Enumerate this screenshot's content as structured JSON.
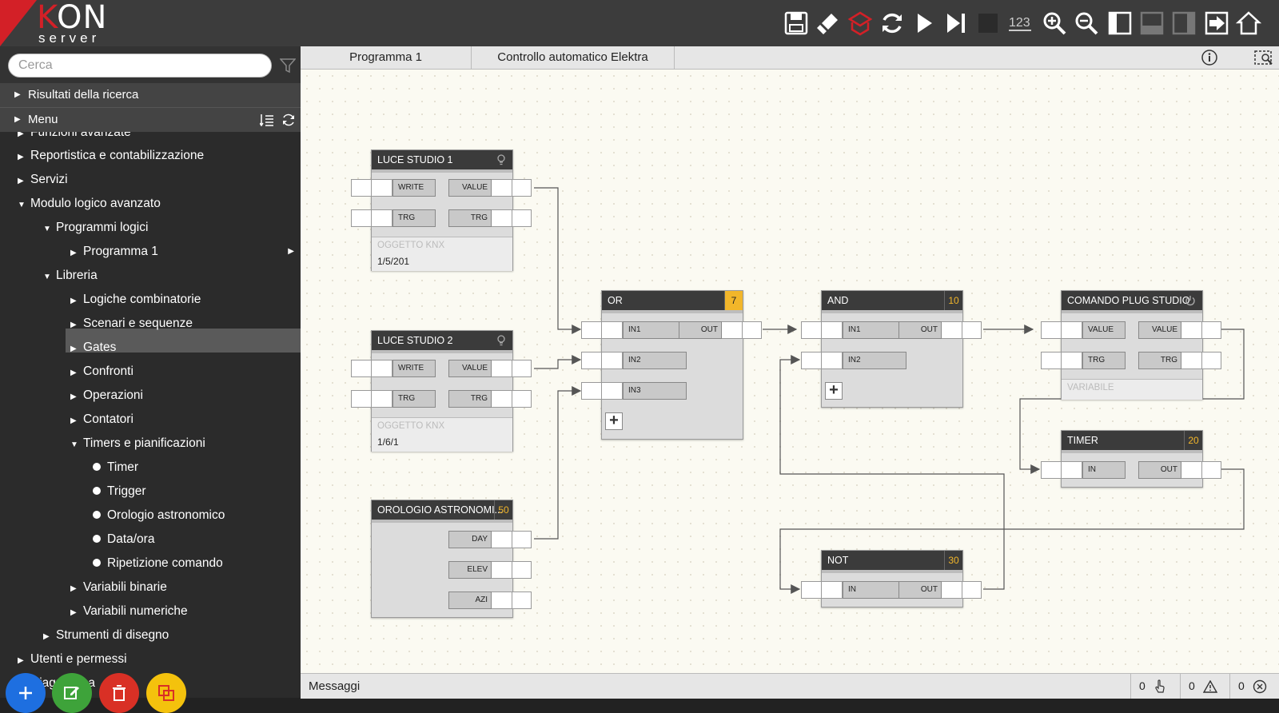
{
  "logo": {
    "k": "K",
    "on": "ON",
    "sub": "server"
  },
  "toolbar": {
    "icons": [
      "save-icon",
      "broom-icon",
      "bulb-icon",
      "refresh-icon",
      "play-icon",
      "step-icon",
      "stop-icon",
      "counter-icon",
      "zoom-in-icon",
      "zoom-out-icon",
      "panel-left-icon",
      "panel-bottom-icon",
      "panel-right-icon",
      "exit-icon",
      "home-icon"
    ],
    "counter_text": "123"
  },
  "sidebar": {
    "search_placeholder": "Cerca",
    "results_label": "Risultati della ricerca",
    "menu_label": "Menu",
    "partial_top": "Funzioni avanzate",
    "partial_bottom": "Diagnostica",
    "items": [
      {
        "label": "Reportistica e contabilizzazione"
      },
      {
        "label": "Servizi"
      },
      {
        "label": "Modulo logico avanzato"
      },
      {
        "label": "Programmi logici"
      },
      {
        "label": "Programma 1"
      },
      {
        "label": "Libreria"
      },
      {
        "label": "Logiche combinatorie"
      },
      {
        "label": "Scenari e sequenze"
      },
      {
        "label": "Gates"
      },
      {
        "label": "Confronti"
      },
      {
        "label": "Operazioni"
      },
      {
        "label": "Contatori"
      },
      {
        "label": "Timers e pianificazioni"
      },
      {
        "label": "Timer"
      },
      {
        "label": "Trigger"
      },
      {
        "label": "Orologio astronomico"
      },
      {
        "label": "Data/ora"
      },
      {
        "label": "Ripetizione comando"
      },
      {
        "label": "Variabili binarie"
      },
      {
        "label": "Variabili numeriche"
      },
      {
        "label": "Strumenti di disegno"
      },
      {
        "label": "Utenti e permessi"
      }
    ]
  },
  "tabs": [
    {
      "label": "Programma 1"
    },
    {
      "label": "Controllo automatico Elektra"
    }
  ],
  "blocks": {
    "luce1": {
      "title": "LUCE STUDIO 1",
      "in1": "WRITE",
      "in2": "TRG",
      "out1": "VALUE",
      "out2": "TRG",
      "obj_label": "OGGETTO KNX",
      "obj_value": "1/5/201"
    },
    "luce2": {
      "title": "LUCE STUDIO 2",
      "in1": "WRITE",
      "in2": "TRG",
      "out1": "VALUE",
      "out2": "TRG",
      "obj_label": "OGGETTO KNX",
      "obj_value": "1/6/1"
    },
    "orologio": {
      "title": "OROLOGIO ASTRONOMI...",
      "badge": "50",
      "out1": "DAY",
      "out2": "ELEV",
      "out3": "AZI"
    },
    "or": {
      "title": "OR",
      "badge": "7",
      "in1": "IN1",
      "in2": "IN2",
      "in3": "IN3",
      "out1": "OUT"
    },
    "and": {
      "title": "AND",
      "badge": "10",
      "in1": "IN1",
      "in2": "IN2",
      "out1": "OUT"
    },
    "plug": {
      "title": "COMANDO PLUG STUDIO",
      "in1": "VALUE",
      "in2": "TRG",
      "out1": "VALUE",
      "out2": "TRG",
      "obj_label": "VARIABILE"
    },
    "timer": {
      "title": "TIMER",
      "badge": "20",
      "in1": "IN",
      "out1": "OUT"
    },
    "not": {
      "title": "NOT",
      "badge": "30",
      "in1": "IN",
      "out1": "OUT"
    }
  },
  "status": {
    "label": "Messaggi",
    "touch_count": "0",
    "warning_count": "0",
    "error_count": "0"
  },
  "colors": {
    "accent": "#d32027",
    "badge": "#f2b62a",
    "fab_blue": "#1e6fe0",
    "fab_green": "#3ea33a",
    "fab_red": "#d93025",
    "fab_yellow": "#f4c20d"
  }
}
